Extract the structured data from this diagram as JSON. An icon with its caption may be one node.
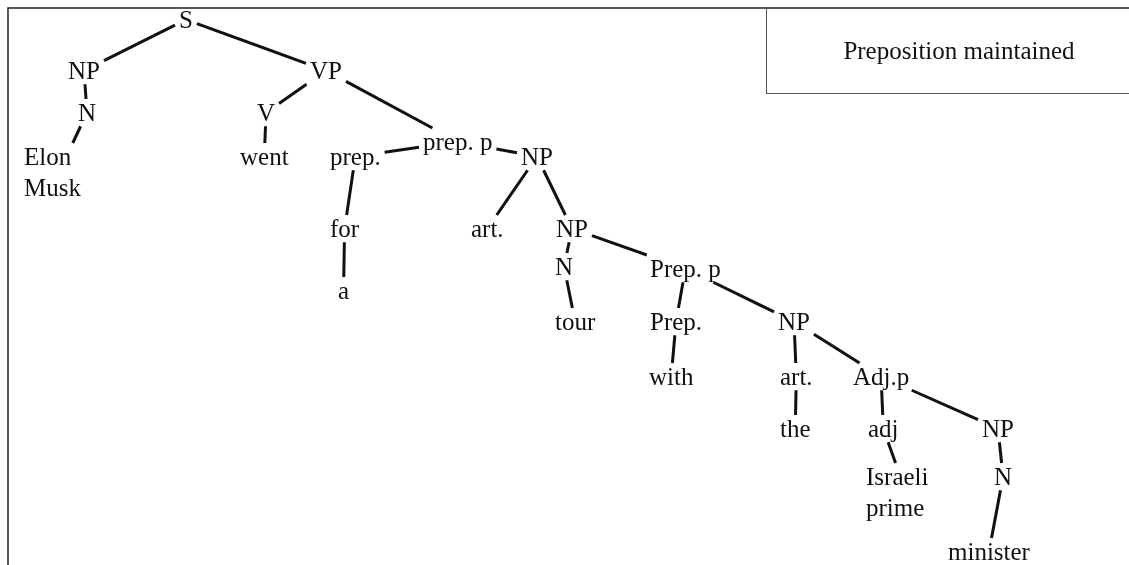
{
  "diagram": {
    "nodes": [
      {
        "text": [
          "S"
        ]
      },
      {
        "text": [
          "NP"
        ]
      },
      {
        "text": [
          "VP"
        ]
      },
      {
        "text": [
          "N"
        ]
      },
      {
        "text": [
          "Elon Musk"
        ]
      },
      {
        "text": [
          "V"
        ]
      },
      {
        "text": [
          "prep. p"
        ]
      },
      {
        "text": [
          "went"
        ]
      },
      {
        "text": [
          "prep."
        ]
      },
      {
        "text": [
          "NP"
        ]
      },
      {
        "text": [
          "for"
        ]
      },
      {
        "text": [
          "a"
        ]
      },
      {
        "text": [
          "art."
        ]
      },
      {
        "text": [
          "NP"
        ]
      },
      {
        "text": [
          "N"
        ]
      },
      {
        "text": [
          "Prep. p"
        ]
      },
      {
        "text": [
          "tour"
        ]
      },
      {
        "text": [
          "Prep."
        ]
      },
      {
        "text": [
          "NP"
        ]
      },
      {
        "text": [
          "with"
        ]
      },
      {
        "text": [
          "art."
        ]
      },
      {
        "text": [
          "Adj.p"
        ]
      },
      {
        "text": [
          "the"
        ]
      },
      {
        "text": [
          "adj"
        ]
      },
      {
        "text": [
          "NP"
        ]
      },
      {
        "text": [
          "Israeli prime"
        ]
      },
      {
        "text": [
          "N"
        ]
      },
      {
        "text": [
          "minister"
        ]
      },
      {
        "text": [
          "Preposition maintained"
        ]
      }
    ],
    "edges": [
      {
        "from": 0,
        "to": 1,
        "arrow": "none"
      },
      {
        "from": 0,
        "to": 2,
        "arrow": "none"
      },
      {
        "from": 1,
        "to": 3,
        "arrow": "none"
      },
      {
        "from": 3,
        "to": 4,
        "arrow": "none"
      },
      {
        "from": 2,
        "to": 5,
        "arrow": "none"
      },
      {
        "from": 2,
        "to": 6,
        "arrow": "none"
      },
      {
        "from": 5,
        "to": 7,
        "arrow": "none"
      },
      {
        "from": 6,
        "to": 8,
        "arrow": "none"
      },
      {
        "from": 6,
        "to": 9,
        "arrow": "none"
      },
      {
        "from": 8,
        "to": 10,
        "arrow": "none"
      },
      {
        "from": 10,
        "to": 11,
        "arrow": "none"
      },
      {
        "from": 9,
        "to": 12,
        "arrow": "none"
      },
      {
        "from": 9,
        "to": 13,
        "arrow": "none"
      },
      {
        "from": 13,
        "to": 14,
        "arrow": "none"
      },
      {
        "from": 13,
        "to": 15,
        "arrow": "none"
      },
      {
        "from": 14,
        "to": 16,
        "arrow": "none"
      },
      {
        "from": 15,
        "to": 17,
        "arrow": "none"
      },
      {
        "from": 15,
        "to": 18,
        "arrow": "none"
      },
      {
        "from": 17,
        "to": 19,
        "arrow": "none"
      },
      {
        "from": 18,
        "to": 20,
        "arrow": "none"
      },
      {
        "from": 18,
        "to": 21,
        "arrow": "none"
      },
      {
        "from": 20,
        "to": 22,
        "arrow": "none"
      },
      {
        "from": 21,
        "to": 23,
        "arrow": "none"
      },
      {
        "from": 21,
        "to": 24,
        "arrow": "none"
      },
      {
        "from": 23,
        "to": 25,
        "arrow": "none"
      },
      {
        "from": 24,
        "to": 26,
        "arrow": "none"
      },
      {
        "from": 26,
        "to": 27,
        "arrow": "none"
      }
    ]
  }
}
